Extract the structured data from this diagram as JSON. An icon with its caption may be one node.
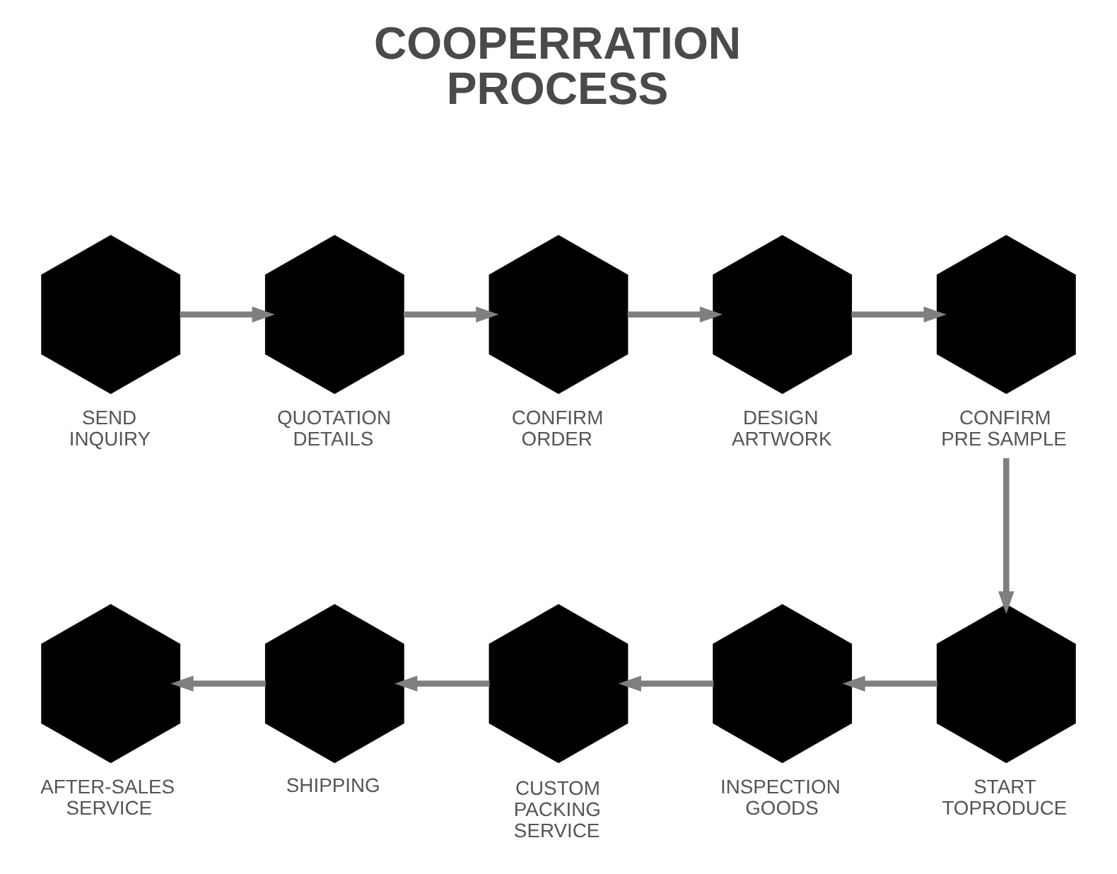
{
  "diagram": {
    "title": "COOPERRATION PROCESS",
    "nodes": [
      {
        "text": [],
        "shape": "hexagon",
        "beside": [
          "SEND INQUIRY"
        ]
      },
      {
        "text": [],
        "shape": "hexagon",
        "beside": [
          "QUOTATION DETAILS"
        ]
      },
      {
        "text": [],
        "shape": "hexagon",
        "beside": [
          "CONFIRM ORDER"
        ]
      },
      {
        "text": [],
        "shape": "hexagon",
        "beside": [
          "DESIGN ARTWORK"
        ]
      },
      {
        "text": [],
        "shape": "hexagon",
        "beside": [
          "CONFIRM PRE SAMPLE"
        ]
      },
      {
        "text": [],
        "shape": "hexagon",
        "beside": [
          "AFTER-SALES SERVICE"
        ]
      },
      {
        "text": [],
        "shape": "hexagon",
        "beside": [
          "SHIPPING"
        ]
      },
      {
        "text": [],
        "shape": "hexagon",
        "beside": [
          "CUSTOM PACKING SERVICE"
        ]
      },
      {
        "text": [],
        "shape": "hexagon",
        "beside": [
          "INSPECTION GOODS"
        ]
      },
      {
        "text": [],
        "shape": "hexagon",
        "beside": [
          "START TOPRODUCE"
        ]
      }
    ],
    "edges": [
      {
        "from": 0,
        "to": 1,
        "arrow": "to"
      },
      {
        "from": 1,
        "to": 2,
        "arrow": "to"
      },
      {
        "from": 2,
        "to": 3,
        "arrow": "to"
      },
      {
        "from": 3,
        "to": 4,
        "arrow": "to"
      },
      {
        "from": 4,
        "to": 9,
        "arrow": "to"
      },
      {
        "from": 9,
        "to": 8,
        "arrow": "to"
      },
      {
        "from": 8,
        "to": 7,
        "arrow": "to"
      },
      {
        "from": 7,
        "to": 6,
        "arrow": "to"
      },
      {
        "from": 6,
        "to": 5,
        "arrow": "to"
      }
    ]
  }
}
